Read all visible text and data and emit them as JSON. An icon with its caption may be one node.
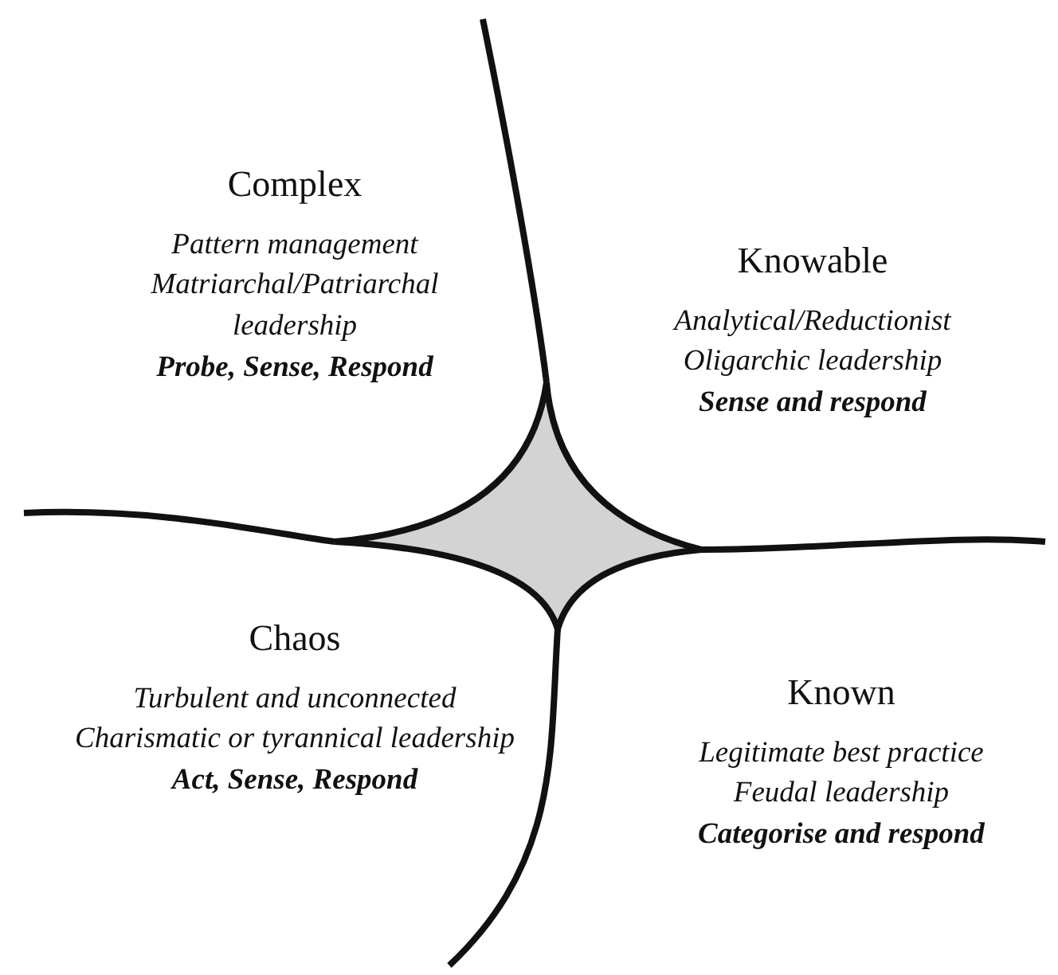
{
  "diagram": {
    "nodes": [
      {
        "text": [
          "Complex",
          "Pattern management",
          "Matriarchal/Patriarchal leadership",
          "Probe, Sense, Respond"
        ]
      },
      {
        "text": [
          "Knowable",
          "Analytical/Reductionist",
          "Oligarchic leadership",
          "Sense and respond"
        ]
      },
      {
        "text": [
          "Chaos",
          "Turbulent and unconnected",
          "Charismatic or tyrannical leadership",
          "Act, Sense, Respond"
        ]
      },
      {
        "text": [
          "Known",
          "Legitimate best practice",
          "Feudal leadership",
          "Categorise and respond"
        ]
      }
    ]
  }
}
